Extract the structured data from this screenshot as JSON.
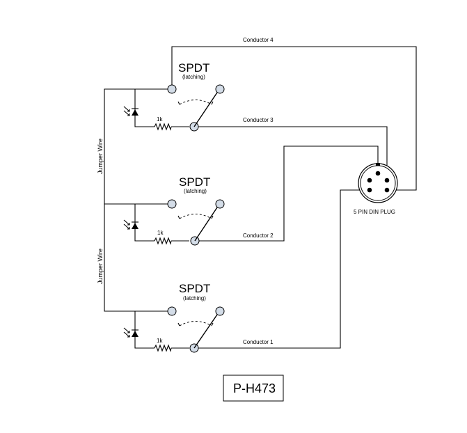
{
  "switches": [
    {
      "title": "SPDT",
      "subtitle": "(latching)",
      "resistor": "1k",
      "conductor": "Conductor 3"
    },
    {
      "title": "SPDT",
      "subtitle": "(latching)",
      "resistor": "1k",
      "conductor": "Conductor 2"
    },
    {
      "title": "SPDT",
      "subtitle": "(latching)",
      "resistor": "1k",
      "conductor": "Conductor 1"
    }
  ],
  "top_conductor": "Conductor 4",
  "jumpers": [
    "Jumper Wire",
    "Jumper Wire"
  ],
  "plug_label": "5 PIN DIN PLUG",
  "part_number": "P-H473",
  "terminal_color": "#d4dde8"
}
